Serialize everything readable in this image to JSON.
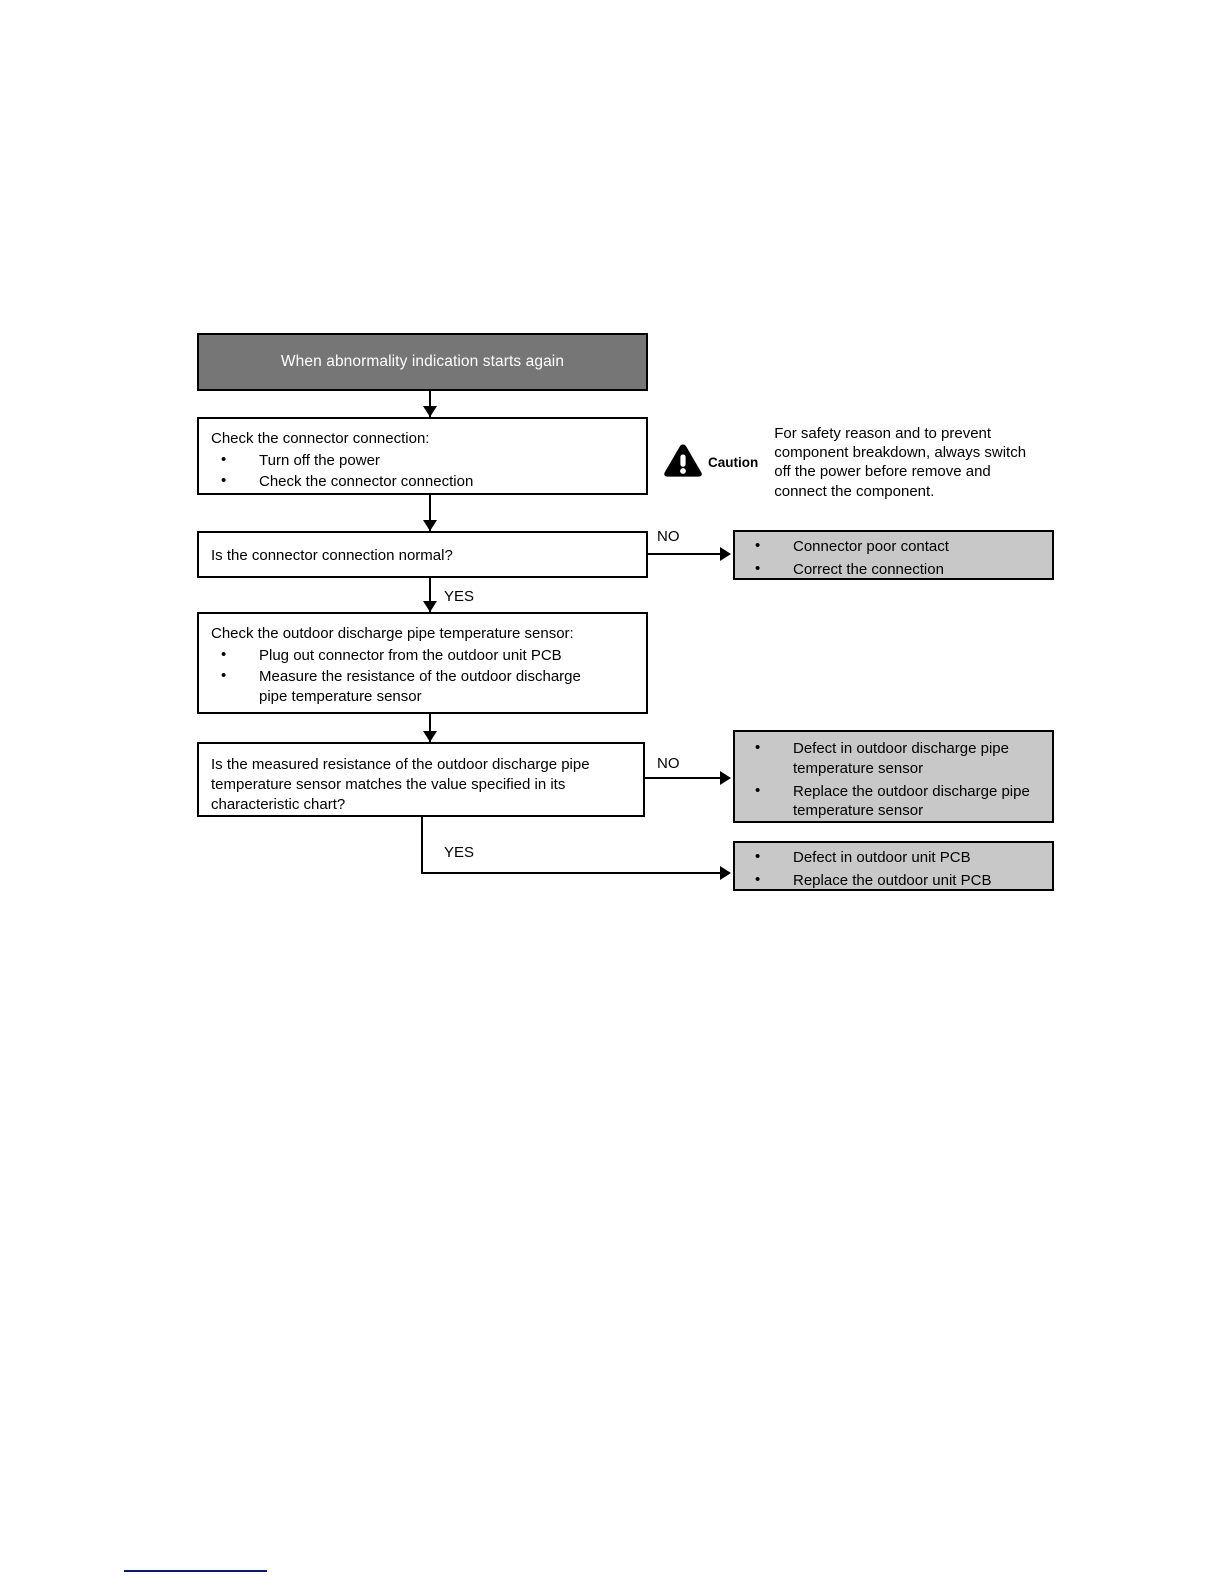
{
  "diagram": {
    "header": {
      "label": "When abnormality indication starts again"
    },
    "steps": [
      {
        "id": "check-connector",
        "title": "Check the connector connection:",
        "bullets": [
          "Turn off the power",
          "Check the connector connection"
        ]
      },
      {
        "id": "check-sensor",
        "title": "Check the outdoor discharge pipe temperature sensor:",
        "bullets": [
          "Plug out connector from the outdoor unit PCB",
          "Measure the resistance of the outdoor discharge pipe temperature sensor"
        ]
      }
    ],
    "decisions": [
      {
        "id": "connector-normal",
        "question": "Is the connector connection normal?",
        "no_label": "NO",
        "yes_label": "YES"
      },
      {
        "id": "resistance-matches",
        "question": "Is the measured resistance of the outdoor discharge pipe temperature sensor matches the value specified in its characteristic chart?",
        "no_label": "NO",
        "yes_label": "YES"
      }
    ],
    "results": [
      {
        "id": "connector-poor-contact",
        "bullets": [
          "Connector poor contact",
          "Correct the connection"
        ]
      },
      {
        "id": "sensor-defect",
        "bullets": [
          "Defect in outdoor discharge pipe temperature sensor",
          "Replace the outdoor discharge pipe temperature sensor"
        ]
      },
      {
        "id": "pcb-defect",
        "bullets": [
          "Defect in outdoor unit PCB",
          "Replace the outdoor unit PCB"
        ]
      }
    ],
    "caution": {
      "icon": "warning-triangle-icon",
      "label": "Caution",
      "text": "For safety reason and to prevent component breakdown, always switch off the power before remove and connect the component."
    },
    "colors": {
      "header_fill": "#767676",
      "result_fill": "#c8c8c8",
      "stroke": "#000000",
      "footer_rule": "#0d1a6b"
    }
  }
}
